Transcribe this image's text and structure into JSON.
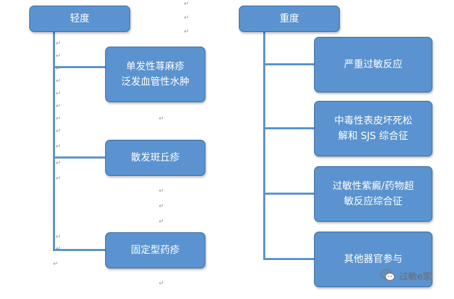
{
  "left": {
    "header": "轻度",
    "items": [
      "单发性荨麻疹\n泛发血管性水肿",
      "散发斑丘疹",
      "固定型药疹"
    ]
  },
  "right": {
    "header": "重度",
    "items": [
      "严重过敏反应",
      "中毒性表皮坏死松\n解和 SJS 综合征",
      "过敏性紫癜/药物超\n敏反应综合征",
      "其他器官参与"
    ]
  },
  "paragraph_mark": "↵",
  "watermark": {
    "text": "过敏e家"
  },
  "colors": {
    "box_fill": "#5a93cf",
    "box_border": "#3e6f9f",
    "text": "#ffffff"
  }
}
